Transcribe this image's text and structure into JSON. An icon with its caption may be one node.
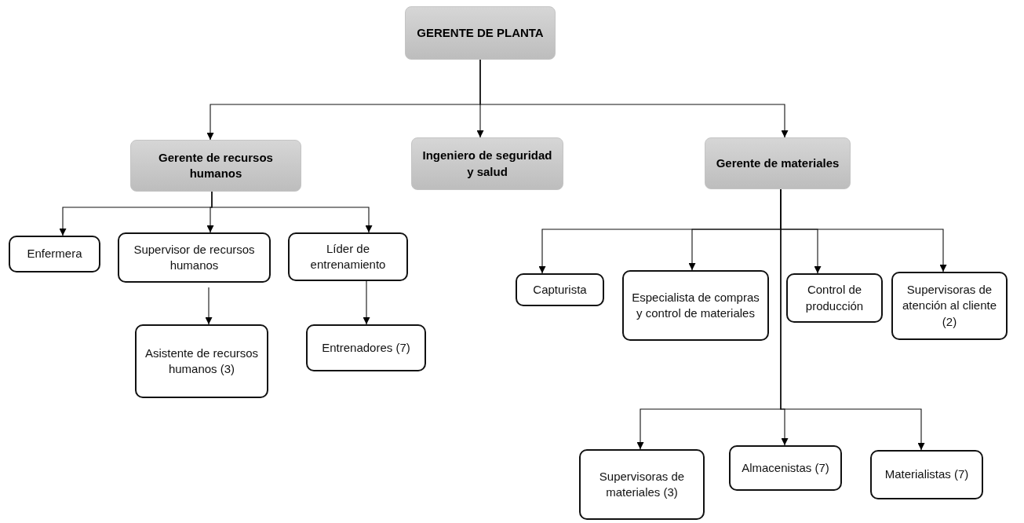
{
  "diagram": {
    "nodes": [
      {
        "text": [
          "GERENTE DE PLANTA"
        ]
      },
      {
        "text": [
          "Gerente de recursos humanos"
        ]
      },
      {
        "text": [
          "Ingeniero de seguridad y salud"
        ]
      },
      {
        "text": [
          "Gerente de materiales"
        ]
      },
      {
        "text": [
          "Enfermera"
        ]
      },
      {
        "text": [
          "Supervisor de recursos humanos"
        ]
      },
      {
        "text": [
          "Líder de entrenamiento"
        ]
      },
      {
        "text": [
          "Asistente de recursos humanos (3)"
        ]
      },
      {
        "text": [
          "Entrenadores (7)"
        ]
      },
      {
        "text": [
          "Capturista"
        ]
      },
      {
        "text": [
          "Especialista de compras y control de materiales"
        ]
      },
      {
        "text": [
          "Control de producción"
        ]
      },
      {
        "text": [
          "Supervisoras de atención al cliente (2)"
        ]
      },
      {
        "text": [
          "Supervisoras de materiales (3)"
        ]
      },
      {
        "text": [
          "Almacenistas (7)"
        ]
      },
      {
        "text": [
          "Materialistas (7)"
        ]
      }
    ],
    "edges": [
      {
        "from": 0,
        "to": 1,
        "arrow": "to"
      },
      {
        "from": 0,
        "to": 2,
        "arrow": "to"
      },
      {
        "from": 0,
        "to": 3,
        "arrow": "to"
      },
      {
        "from": 1,
        "to": 4,
        "arrow": "to"
      },
      {
        "from": 1,
        "to": 5,
        "arrow": "to"
      },
      {
        "from": 1,
        "to": 6,
        "arrow": "to"
      },
      {
        "from": 5,
        "to": 7,
        "arrow": "to"
      },
      {
        "from": 6,
        "to": 8,
        "arrow": "to"
      },
      {
        "from": 3,
        "to": 9,
        "arrow": "to"
      },
      {
        "from": 3,
        "to": 10,
        "arrow": "to"
      },
      {
        "from": 3,
        "to": 11,
        "arrow": "to"
      },
      {
        "from": 3,
        "to": 12,
        "arrow": "to"
      },
      {
        "from": 3,
        "to": 13,
        "arrow": "to"
      },
      {
        "from": 3,
        "to": 14,
        "arrow": "to"
      },
      {
        "from": 3,
        "to": 15,
        "arrow": "to"
      }
    ]
  }
}
